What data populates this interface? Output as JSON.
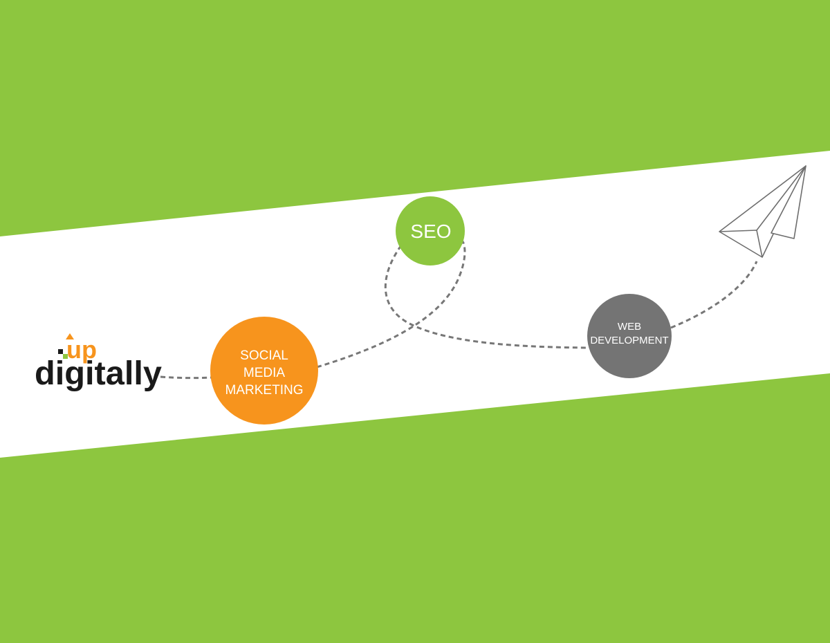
{
  "logo": {
    "brand_top": "up",
    "brand_main": "digitally"
  },
  "nodes": {
    "social": {
      "lines": [
        "SOCIAL",
        "MEDIA",
        "MARKETING"
      ]
    },
    "seo": {
      "lines": [
        "SEO"
      ]
    },
    "web": {
      "lines": [
        "WEB",
        "DEVELOPMENT"
      ]
    }
  },
  "icons": {
    "plane": "paper-plane-icon"
  },
  "colors": {
    "background_green": "#8dc63f",
    "band": "#ffffff",
    "social_node": "#f7941d",
    "seo_node": "#8dc63f",
    "web_node": "#747474",
    "path": "#777777",
    "logo_orange": "#f7941d",
    "logo_dark": "#1a1a1a"
  }
}
